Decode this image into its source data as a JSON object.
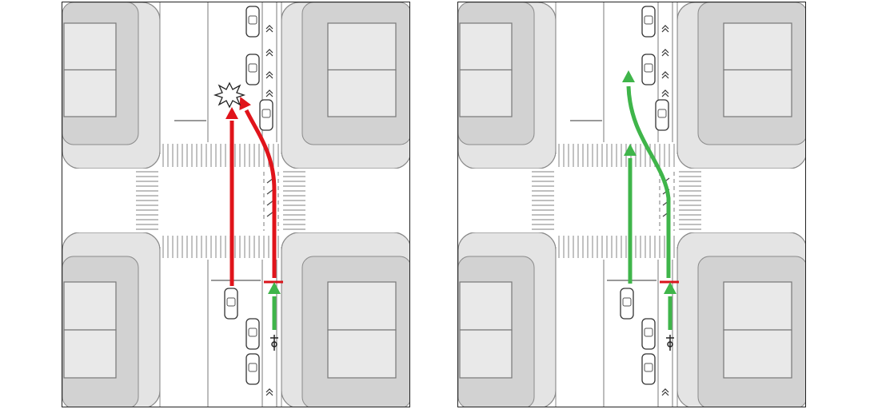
{
  "colors": {
    "road": "#ffffff",
    "sidewalk": "#e4e4e4",
    "block": "#d2d2d2",
    "building": "#e9e9e9",
    "line": "#8a8a8a",
    "stop_bar": "#d9141b",
    "conflict": "#e0141b",
    "safe": "#3fb54a"
  },
  "panels": [
    {
      "scenario": "conflict",
      "turn_path": "straight-and-right-conflict",
      "car_arrow_color": "#e0141b",
      "bike_arrow_color": "#3fb54a",
      "collision": true
    },
    {
      "scenario": "safe",
      "turn_path": "separated",
      "car_arrow_color": "#3fb54a",
      "bike_arrow_color": "#3fb54a",
      "collision": false
    }
  ]
}
